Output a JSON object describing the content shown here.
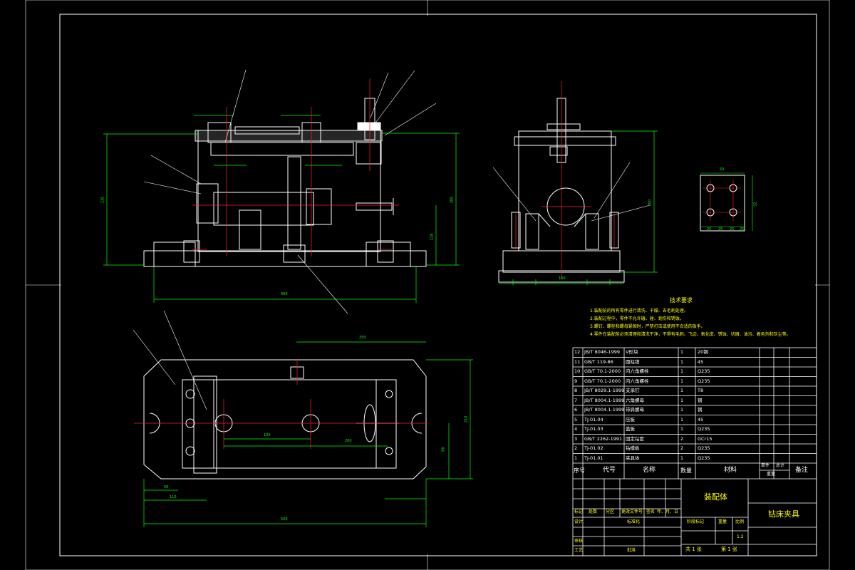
{
  "drawing": {
    "background": "#000000",
    "colors": {
      "frame": "#ffffff",
      "outline": "#ffffff",
      "dimension": "#00ff00",
      "centerline": "#ff2020",
      "leader": "#ffffff",
      "text_yellow": "#ffff00"
    }
  },
  "tech_requirements": {
    "title": "技术要求",
    "items": [
      "1.装配前的所有零件进行清洗、干燥、去毛刺处理。",
      "2.装配过程中，零件不允许磕、碰、划伤和锈蚀。",
      "3.螺钉、螺栓和螺母紧固时，严禁打击或使用不合适的扳手。",
      "4.零件在装配前必须清理和清洗干净，不得有毛刺、飞边、氧化皮、锈蚀、切屑、油污、着色剂和灰尘等。"
    ]
  },
  "parts_list": {
    "rows": [
      {
        "no": "12",
        "code": "JB/T 8046-1999",
        "name": "V形块",
        "qty": "1",
        "material": "20钢"
      },
      {
        "no": "11",
        "code": "GB/T 119-86",
        "name": "圆柱销",
        "qty": "1",
        "material": "45"
      },
      {
        "no": "10",
        "code": "GB/T 70.1-2000",
        "name": "内六角螺栓",
        "qty": "1",
        "material": "Q235"
      },
      {
        "no": "9",
        "code": "GB/T 70.1-2000",
        "name": "内六角螺栓",
        "qty": "1",
        "material": "Q235"
      },
      {
        "no": "8",
        "code": "JB/T 8029.1-1999",
        "name": "支承钉",
        "qty": "1",
        "material": "T8"
      },
      {
        "no": "7",
        "code": "JB/T 8004.1-1999",
        "name": "六角螺母",
        "qty": "1",
        "material": "钢"
      },
      {
        "no": "6",
        "code": "JB/T 8004.1-1999",
        "name": "带肩螺母",
        "qty": "1",
        "material": "钢"
      },
      {
        "no": "5",
        "code": "TJ-01.04",
        "name": "压板",
        "qty": "1",
        "material": "45"
      },
      {
        "no": "4",
        "code": "TJ-01.03",
        "name": "盖板",
        "qty": "1",
        "material": "Q235"
      },
      {
        "no": "3",
        "code": "GB/T 2262-1991",
        "name": "固定钻套",
        "qty": "2",
        "material": "GCr15"
      },
      {
        "no": "2",
        "code": "TJ-01.02",
        "name": "钻模板",
        "qty": "2",
        "material": "Q235"
      },
      {
        "no": "1",
        "code": "TJ-01.01",
        "name": "夹具体",
        "qty": "1",
        "material": "Q235"
      }
    ],
    "header": {
      "no": "序号",
      "code": "代号",
      "name": "名称",
      "qty": "数量",
      "material": "材料",
      "unit_weight": "单件",
      "total_weight": "总计",
      "weight": "重量",
      "remark": "备注"
    }
  },
  "title_block": {
    "assembly_name": "装配体",
    "drawing_title": "钻床夹具",
    "scale_label": "比例",
    "scale": "1:2",
    "weight_label": "重量",
    "stage_label": "阶段标记",
    "sheets_total": "共 1 张",
    "sheet_no": "第 1 张",
    "rev_row": [
      "标记",
      "处数",
      "分区",
      "更改文件号",
      "签名",
      "年、月、日"
    ],
    "roles": [
      "设计",
      "审核",
      "工艺"
    ],
    "standardize": "标准化",
    "approve": "批准"
  },
  "dimensions": {
    "front_width": "400",
    "front_height": "235",
    "front_right_height": "200",
    "front_inner_height": "118",
    "side_height": "200",
    "side_width": "160",
    "plan_overall": "500",
    "plan_top": "250",
    "plan_depth": "210",
    "plan_right_small": "80",
    "plan_inner_1": "100",
    "plan_inner_2": "200",
    "plan_left_1": "50",
    "plan_left_2": "110",
    "detail_width": "50",
    "detail_dims": [
      "32",
      "25",
      "25",
      "25",
      "25"
    ]
  }
}
